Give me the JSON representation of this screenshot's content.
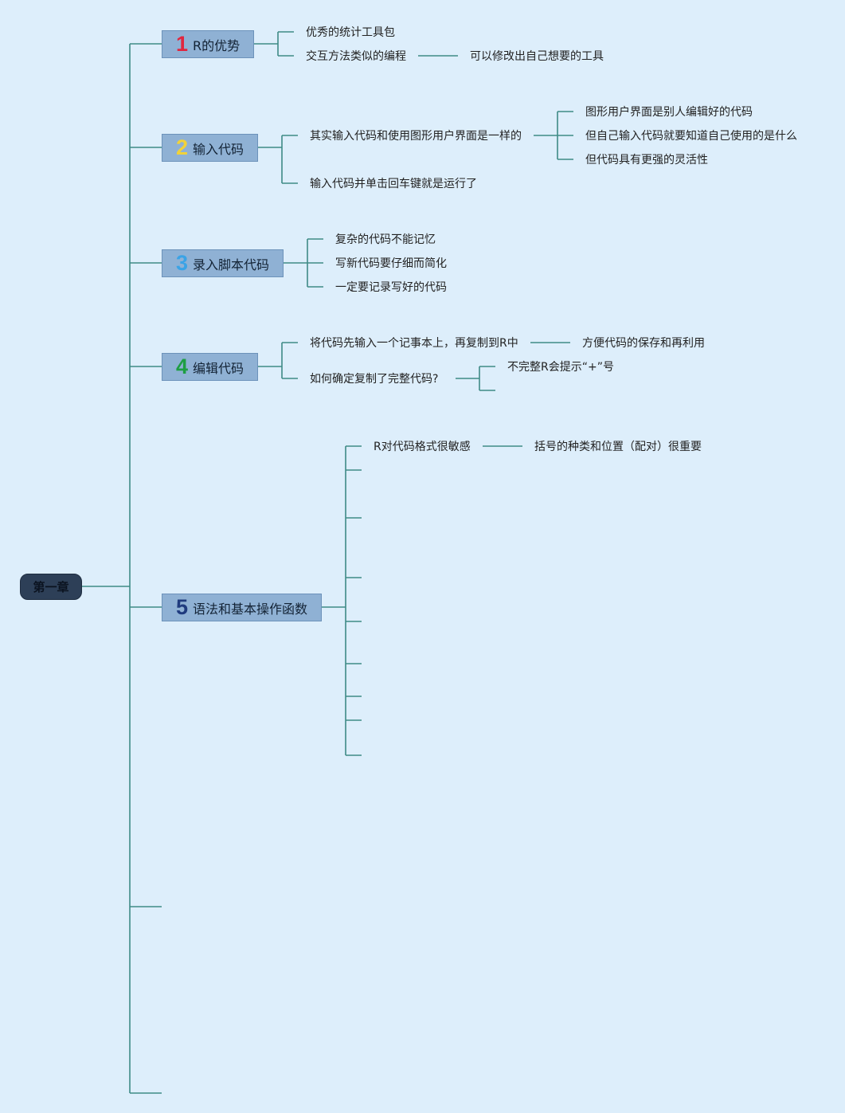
{
  "root": {
    "label": "第一章"
  },
  "branches": [
    {
      "number": "1",
      "label": "R的优势",
      "leaves": [
        "优秀的统计工具包",
        "交互方法类似的编程",
        "可以修改出自己想要的工具"
      ]
    },
    {
      "number": "2",
      "label": "输入代码",
      "leaves": [
        "其实输入代码和使用图形用户界面是一样的",
        "图形用户界面是别人编辑好的代码",
        "但自己输入代码就要知道自己使用的是什么",
        "但代码具有更强的灵活性",
        "输入代码并单击回车键就是运行了"
      ]
    },
    {
      "number": "3",
      "label": "录入脚本代码",
      "leaves": [
        "复杂的代码不能记忆",
        "写新代码要仔细而简化",
        "一定要记录写好的代码"
      ]
    },
    {
      "number": "4",
      "label": "编辑代码",
      "leaves": [
        "将代码先输入一个记事本上，再复制到R中",
        "方便代码的保存和再利用",
        "如何确定复制了完整代码?",
        "不完整R会提示“+”号"
      ]
    },
    {
      "number": "5",
      "label": "语法和基本操作函数",
      "leaves": [
        "R对代码格式很敏感",
        "括号的种类和位置（配对）很重要"
      ]
    }
  ],
  "colors": {
    "background": "#ddeefb",
    "connector": "#3f8b86",
    "branch_fill": "#8fb1d4",
    "root_fill": "#2d3f57"
  }
}
